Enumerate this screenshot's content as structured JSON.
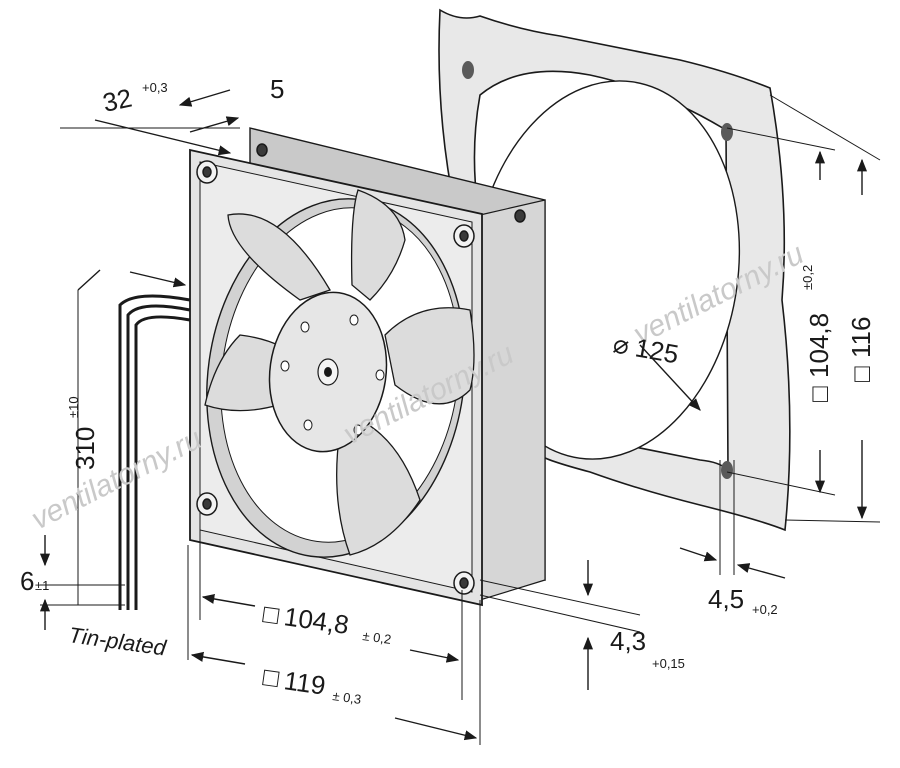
{
  "drawing": {
    "title": "",
    "watermarks": [
      "ventilatorny.ru",
      "ventilatorny.ru",
      "ventilatorny.ru"
    ],
    "dimensions": {
      "depth": {
        "value": "32",
        "tol": "+0,3"
      },
      "flange": {
        "value": "5"
      },
      "cable_length": {
        "value": "310",
        "tol": "±10"
      },
      "strip_length": {
        "value": "6",
        "tol": "±1"
      },
      "wire_note": "Tin-plated",
      "hole_pitch_bottom": {
        "value": "104,8",
        "tol": "± 0,2",
        "symbol": "□"
      },
      "outer_width": {
        "value": "119",
        "tol": "± 0,3",
        "symbol": "□"
      },
      "hole_diameter": {
        "value": "4,3",
        "tol": "+0,15"
      },
      "slot_width": {
        "value": "4,5",
        "tol": "+0,2"
      },
      "cutout_diameter": {
        "value": "125",
        "symbol": "⌀"
      },
      "hole_pitch_right": {
        "value": "104,8",
        "tol": "±0,2",
        "symbol": "□"
      },
      "panel_width": {
        "value": "116",
        "symbol": "□"
      }
    },
    "colors": {
      "ink": "#1a1a1a",
      "fan_fill": "#e3e3e3",
      "fan_dark": "#b8b8b8",
      "panel": "#e6e6e6",
      "watermark": "#c9c9c9"
    }
  }
}
